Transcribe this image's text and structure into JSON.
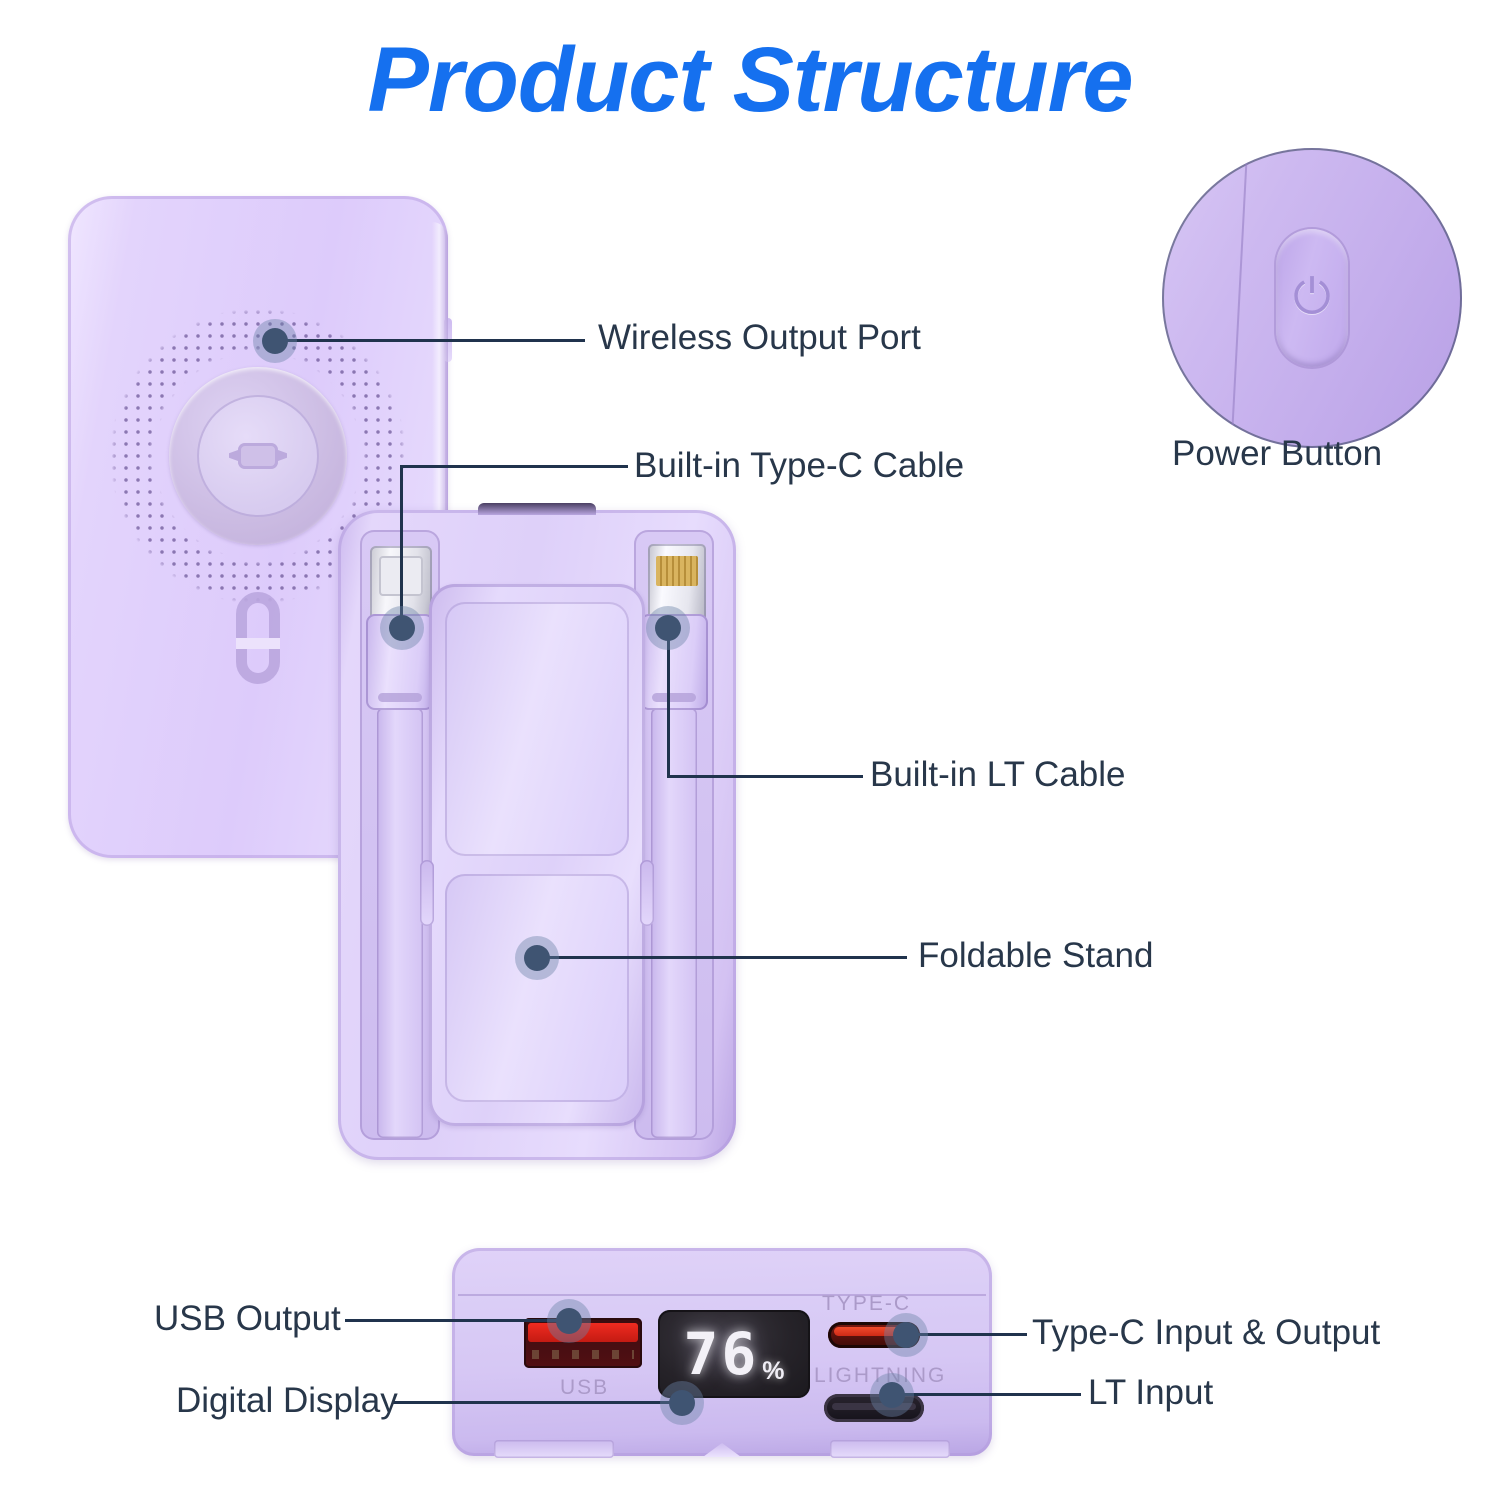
{
  "title": "Product Structure",
  "colors": {
    "title_blue": "#1570EF",
    "label_navy": "#28374A",
    "device_purple": "#DDCBFB",
    "callout_dot": "#20334D",
    "port_red": "#EF2B20",
    "display_black": "#262329"
  },
  "callouts": [
    {
      "id": "wireless-output-port",
      "label": "Wireless Output Port"
    },
    {
      "id": "built-in-type-c-cable",
      "label": "Built-in Type-C Cable"
    },
    {
      "id": "built-in-lt-cable",
      "label": "Built-in LT Cable"
    },
    {
      "id": "foldable-stand",
      "label": "Foldable Stand"
    },
    {
      "id": "usb-output",
      "label": "USB Output"
    },
    {
      "id": "digital-display",
      "label": "Digital Display"
    },
    {
      "id": "type-c-input-output",
      "label": "Type-C Input & Output"
    },
    {
      "id": "lt-input",
      "label": "LT Input"
    },
    {
      "id": "power-button",
      "label": "Power Button"
    }
  ],
  "port_caps": {
    "usb": "USB",
    "type_c": "TYPE-C",
    "lightning": "LIGHTNING"
  },
  "display": {
    "value": "76",
    "unit": "%"
  },
  "icons": {
    "power": "⏻",
    "magnet": "magnet-icon",
    "wireless_coil": "wireless-coil-icon"
  }
}
